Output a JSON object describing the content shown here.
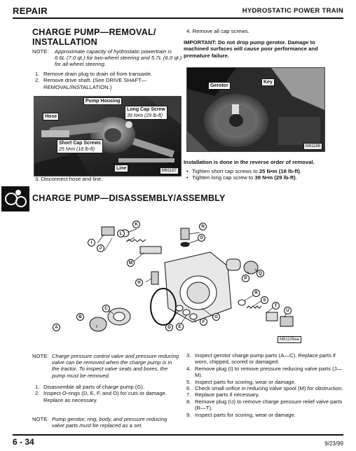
{
  "header": {
    "left": "REPAIR",
    "right": "HYDROSTATIC POWER TRAIN"
  },
  "section1": {
    "title_line1": "CHARGE PUMP—REMOVAL/",
    "title_line2": "INSTALLATION",
    "note_label": "NOTE:",
    "note_text": "Approximate capacity of hydrostatic powertrain is 6.6L (7.0 qt.) for two-wheel steering and 5.7L (6.0 qt.) for all-wheel steering.",
    "steps": [
      {
        "n": "1.",
        "text": "Remove drain plug to drain oil from transaxle."
      },
      {
        "n": "2.",
        "text": "Remove drive shaft. (See DRIVE SHAFT—REMOVAL/INSTALLATION.)"
      }
    ],
    "photo1": {
      "callouts": {
        "pump_housing": "Pump Housing",
        "hose": "Hose",
        "long_cap_screw": "Long Cap Screw",
        "long_cap_torque": "39 N•m (29 lb-ft)",
        "short_cap_screws": "Short Cap Screws",
        "short_cap_torque": "25 N•m (18 lb-ft)",
        "line": "Line"
      },
      "tag": "M61187"
    },
    "step3": {
      "n": "3.",
      "text": "Disconnect hose and line."
    }
  },
  "section1_right": {
    "step4": {
      "n": "4.",
      "text": "Remove all cap screws."
    },
    "important_label": "IMPORTANT:",
    "important_text": "Do not drop pump gerotor. Damage to machined surfaces will cause poor performance and premature failure.",
    "photo2": {
      "callouts": {
        "gerotor": "Gerotor",
        "key": "Key"
      },
      "tag": "M81188"
    },
    "install_heading": "Installation is done in the reverse order of removal.",
    "bullets": [
      {
        "pre": "Tighten short cap screws to ",
        "bold": "25 N•m (18 lb-ft)",
        "post": "."
      },
      {
        "pre": "Tighten long cap screw to ",
        "bold": "39 N•m (29 lb-ft)",
        "post": "."
      }
    ]
  },
  "section2": {
    "title": "CHARGE PUMP—DISASSEMBLY/ASSEMBLY",
    "diagram_tag": "M81109aa",
    "letters": [
      "A",
      "B",
      "C",
      "D",
      "E",
      "F",
      "G",
      "H",
      "I",
      "J",
      "K",
      "L",
      "M",
      "N",
      "O",
      "P",
      "Q",
      "R",
      "S",
      "T",
      "U"
    ]
  },
  "section2_left": {
    "note1_label": "NOTE:",
    "note1_text": "Charge pressure control valve and pressure reducing valve can be removed when the charge pump is in the tractor. To inspect valve seats and bores, the pump must be removed.",
    "steps": [
      {
        "n": "1.",
        "text": "Disassemble all parts of charge pump (G)."
      },
      {
        "n": "2.",
        "text": "Inspect O-rings (D, E, F, and O) for cuts or damage. Replace as necessary."
      }
    ],
    "note2_label": "NOTE:",
    "note2_text": "Pump gerotor, ring, body, and pressure reducing valve parts must be replaced as a set."
  },
  "section2_right": {
    "steps": [
      {
        "n": "3.",
        "text": "Inspect gerotor charge pump parts (A—C). Replace parts if worn, chipped, scored or damaged."
      },
      {
        "n": "4.",
        "text": "Remove plug (I) to remove pressure reducing valve parts (J—M)."
      },
      {
        "n": "5.",
        "text": "Inspect parts for scoring, wear or damage."
      },
      {
        "n": "6.",
        "text": "Check small orifice in reducing valve spool (M) for obstruction."
      },
      {
        "n": "7.",
        "text": "Replace parts if necessary."
      },
      {
        "n": "8.",
        "text": "Remove plug (U) to remove charge pressure relief valve parts (R—T)."
      },
      {
        "n": "9.",
        "text": "Inspect parts for scoring, wear or damage."
      }
    ]
  },
  "footer": {
    "page": "6 - 34",
    "date": "9/23/99"
  }
}
